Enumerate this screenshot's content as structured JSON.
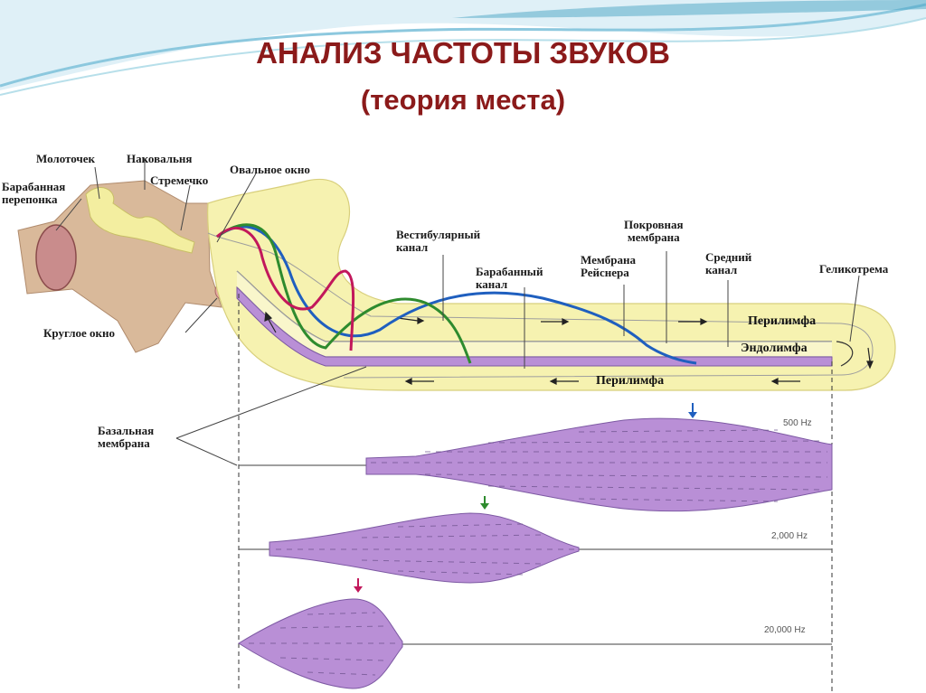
{
  "title": {
    "line1": "АНАЛИЗ ЧАСТОТЫ ЗВУКОВ",
    "line2": "(теория места)"
  },
  "labels": {
    "malleus": "Молоточек",
    "incus": "Наковальня",
    "tympanic_membrane": [
      "Барабанная",
      "перепонка"
    ],
    "stapes": "Стремечко",
    "oval_window": "Овальное окно",
    "vestibular_canal": [
      "Вестибулярный",
      "канал"
    ],
    "tectorial_membrane": [
      "Покровная",
      "мембрана"
    ],
    "tympanic_canal": [
      "Барабанный",
      "канал"
    ],
    "reissner_membrane": [
      "Мембрана",
      "Рейснера"
    ],
    "middle_canal": [
      "Средний",
      "канал"
    ],
    "helicotrema": "Геликотрема",
    "round_window": "Круглое окно",
    "perilymph_top": "Перилимфа",
    "endolymph": "Эндолимфа",
    "perilymph_bottom": "Перилимфа",
    "basilar_membrane": [
      "Базальная",
      "мембрана"
    ]
  },
  "frequencies": [
    {
      "label": "500 Hz",
      "color": "#1f5fbf"
    },
    {
      "label": "2,000 Hz",
      "color": "#2e8b2e"
    },
    {
      "label": "20,000 Hz",
      "color": "#c2185b"
    }
  ],
  "colors": {
    "title": "#8b1a1a",
    "cochlea_fill": "#f6f2b0",
    "bone": "#d9b99a",
    "membrane": "#b98fd6",
    "wave_500": "#1f5fbf",
    "wave_2000": "#2e8b2e",
    "wave_20000": "#c2185b"
  }
}
